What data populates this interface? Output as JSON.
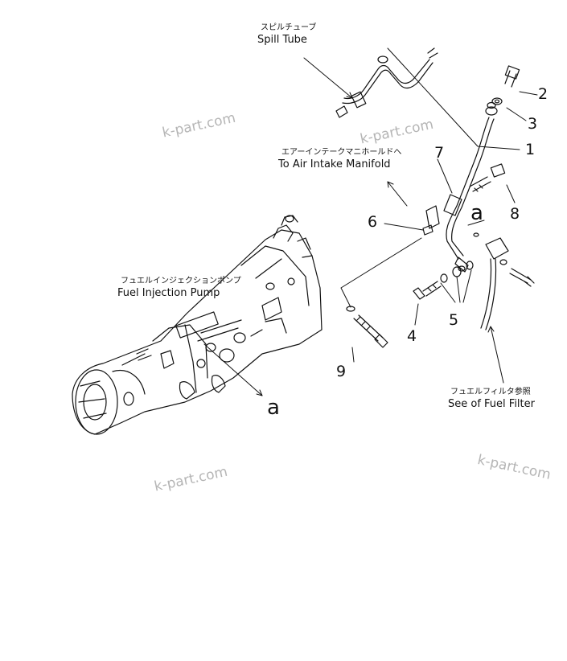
{
  "labels": {
    "spill_tube_jp": "スピルチューブ",
    "spill_tube_en": "Spill Tube",
    "air_intake_jp": "エアーインテークマニホールドへ",
    "air_intake_en": "To Air Intake Manifold",
    "pump_jp": "フュエルインジェクションポンプ",
    "pump_en": "Fuel Injection Pump",
    "filter_jp": "フュエルフィルタ参照",
    "filter_en": "See of Fuel Filter"
  },
  "callouts": [
    "1",
    "2",
    "3",
    "4",
    "5",
    "6",
    "7",
    "8",
    "9"
  ],
  "view_marker": "a",
  "watermark": "k-part.com",
  "colors": {
    "ink": "#111111",
    "watermark": "#b5b5b5"
  }
}
